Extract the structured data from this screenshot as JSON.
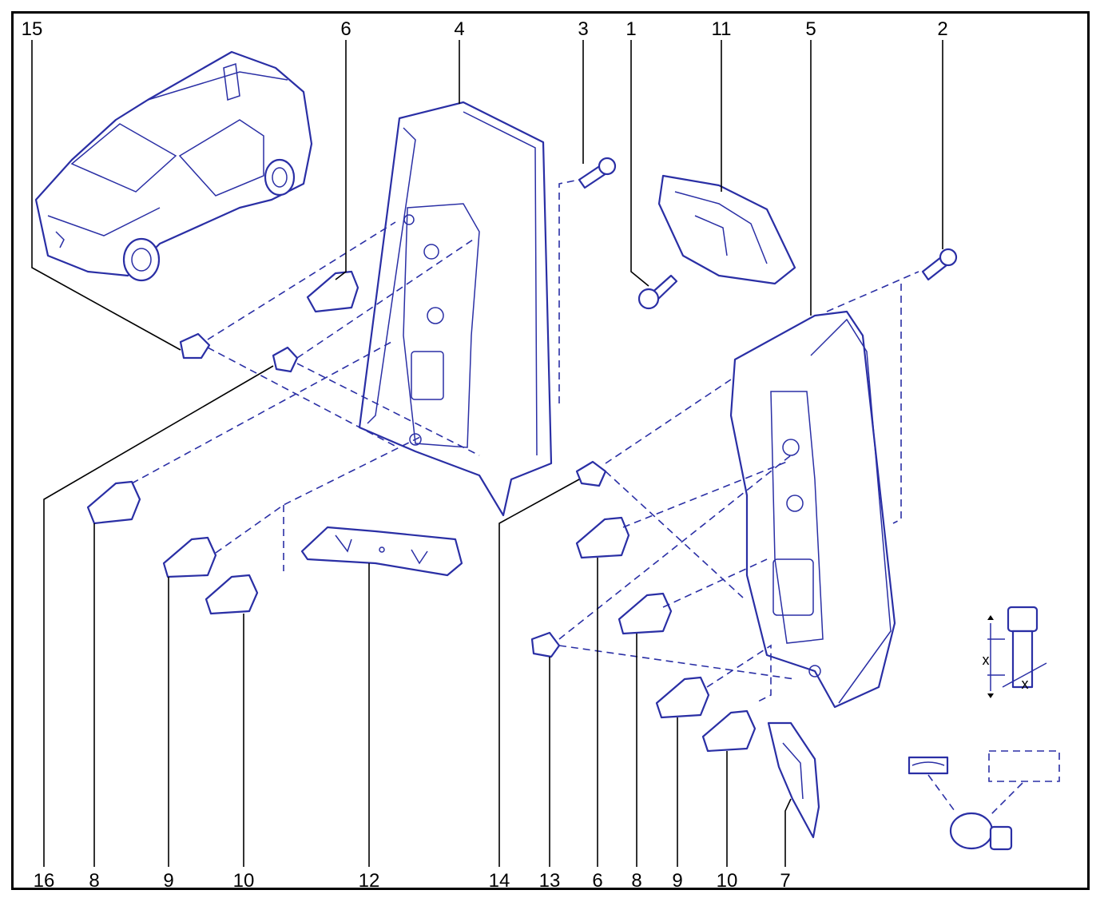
{
  "figure": {
    "callouts_top": [
      "15",
      "6",
      "4",
      "3",
      "1",
      "11",
      "5",
      "2"
    ],
    "callouts_bottom": [
      "16",
      "8",
      "9",
      "10",
      "12",
      "14",
      "13",
      "6",
      "8",
      "9",
      "10",
      "7"
    ],
    "dimension_marks": [
      "x",
      "x"
    ]
  },
  "colors": {
    "line": "#2a2fa5",
    "text": "#000000",
    "frame": "#000000"
  },
  "icons": [
    "vehicle-illustration",
    "bulb-part",
    "screw-part",
    "clip-part",
    "lamp-housing-part",
    "bolt-dimension-icon",
    "bulb-kit-icon"
  ]
}
